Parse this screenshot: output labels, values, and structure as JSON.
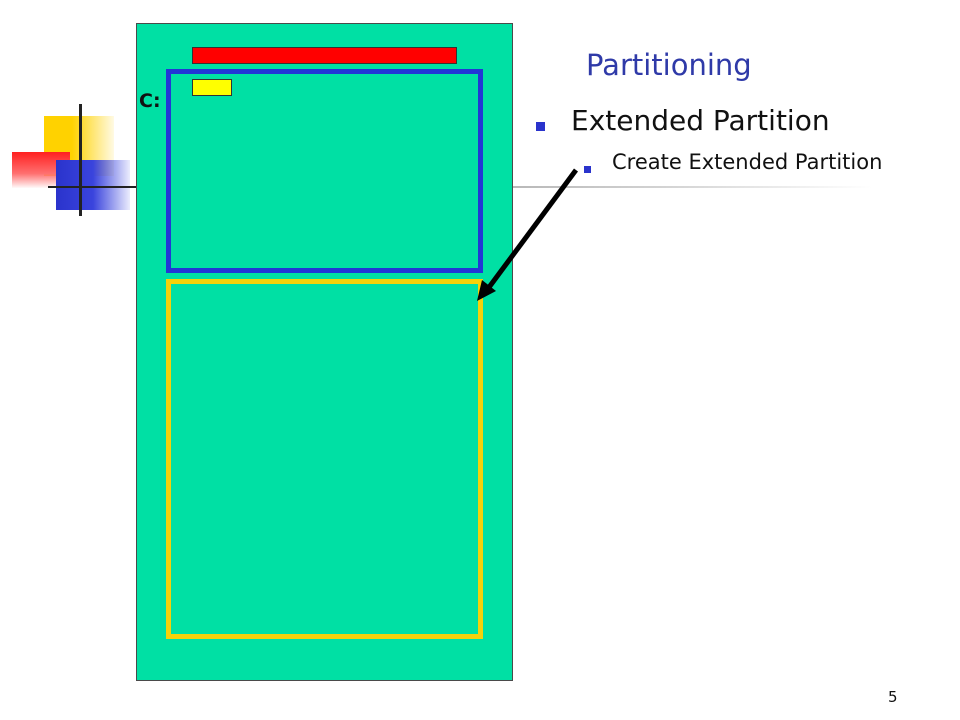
{
  "slide": {
    "title": "Partitioning",
    "bullets": [
      {
        "text": "Extended Partition",
        "level": 1
      },
      {
        "text": "Create Extended Partition",
        "level": 2
      }
    ],
    "page_number": "5"
  },
  "diagram": {
    "drive_label": "C:",
    "colors": {
      "disk": "#00e0a4",
      "primary_partition_border": "#2236d6",
      "extended_partition_border": "#f5d20a",
      "mbr_bar": "#ff0000",
      "boot_tag": "#ffff00",
      "title": "#2f3aa8",
      "bullet": "#2a33cc"
    }
  }
}
